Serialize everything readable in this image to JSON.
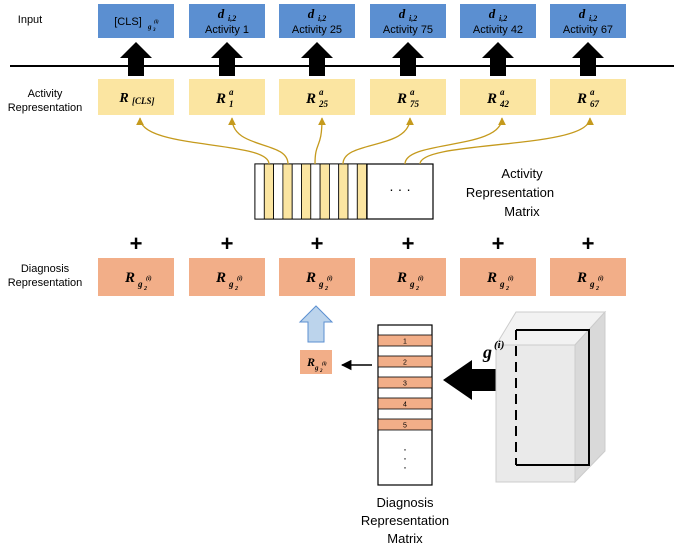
{
  "rows": {
    "input": "Input",
    "activity": [
      "Activity",
      "Representation"
    ],
    "diagnosis": [
      "Diagnosis",
      "Representation"
    ]
  },
  "input_boxes": [
    {
      "main": "[CLS]",
      "sub": "g",
      "sup": "(i)",
      "subsub": "3"
    },
    {
      "main": "d",
      "sub": "i,2",
      "label": "Activity 1"
    },
    {
      "main": "d",
      "sub": "i,2",
      "label": "Activity 25"
    },
    {
      "main": "d",
      "sub": "i,2",
      "label": "Activity 75"
    },
    {
      "main": "d",
      "sub": "i,2",
      "label": "Activity 42"
    },
    {
      "main": "d",
      "sub": "i,2",
      "label": "Activity 67"
    }
  ],
  "activity_reps": [
    {
      "main": "R",
      "sub": "[CLS]"
    },
    {
      "main": "R",
      "sup": "a",
      "sub": "1"
    },
    {
      "main": "R",
      "sup": "a",
      "sub": "25"
    },
    {
      "main": "R",
      "sup": "a",
      "sub": "75"
    },
    {
      "main": "R",
      "sup": "a",
      "sub": "42"
    },
    {
      "main": "R",
      "sup": "a",
      "sub": "67"
    }
  ],
  "plus_sign": "+",
  "diagnosis_rep": {
    "main": "R",
    "sub": "g",
    "subsub": "2",
    "sup": "(i)"
  },
  "activity_matrix": {
    "title": [
      "Activity",
      "Representation",
      "Matrix"
    ],
    "ellipsis": "· · ·"
  },
  "diagnosis_matrix": {
    "title": [
      "Diagnosis",
      "Representation",
      "Matrix"
    ],
    "rows": [
      "1",
      "2",
      "3",
      "4",
      "5"
    ],
    "ellipsis": "·\n·\n·"
  },
  "cube_label": {
    "main": "g",
    "sup": "(i)"
  },
  "colors": {
    "input": "#5b8fd1",
    "activity": "#fbe5a1",
    "diagnosis": "#f2ae88",
    "arrow_curve": "#c59a1d",
    "matrix_fill": "#fbe5a1",
    "light_arrow": "#bcd4ec"
  }
}
